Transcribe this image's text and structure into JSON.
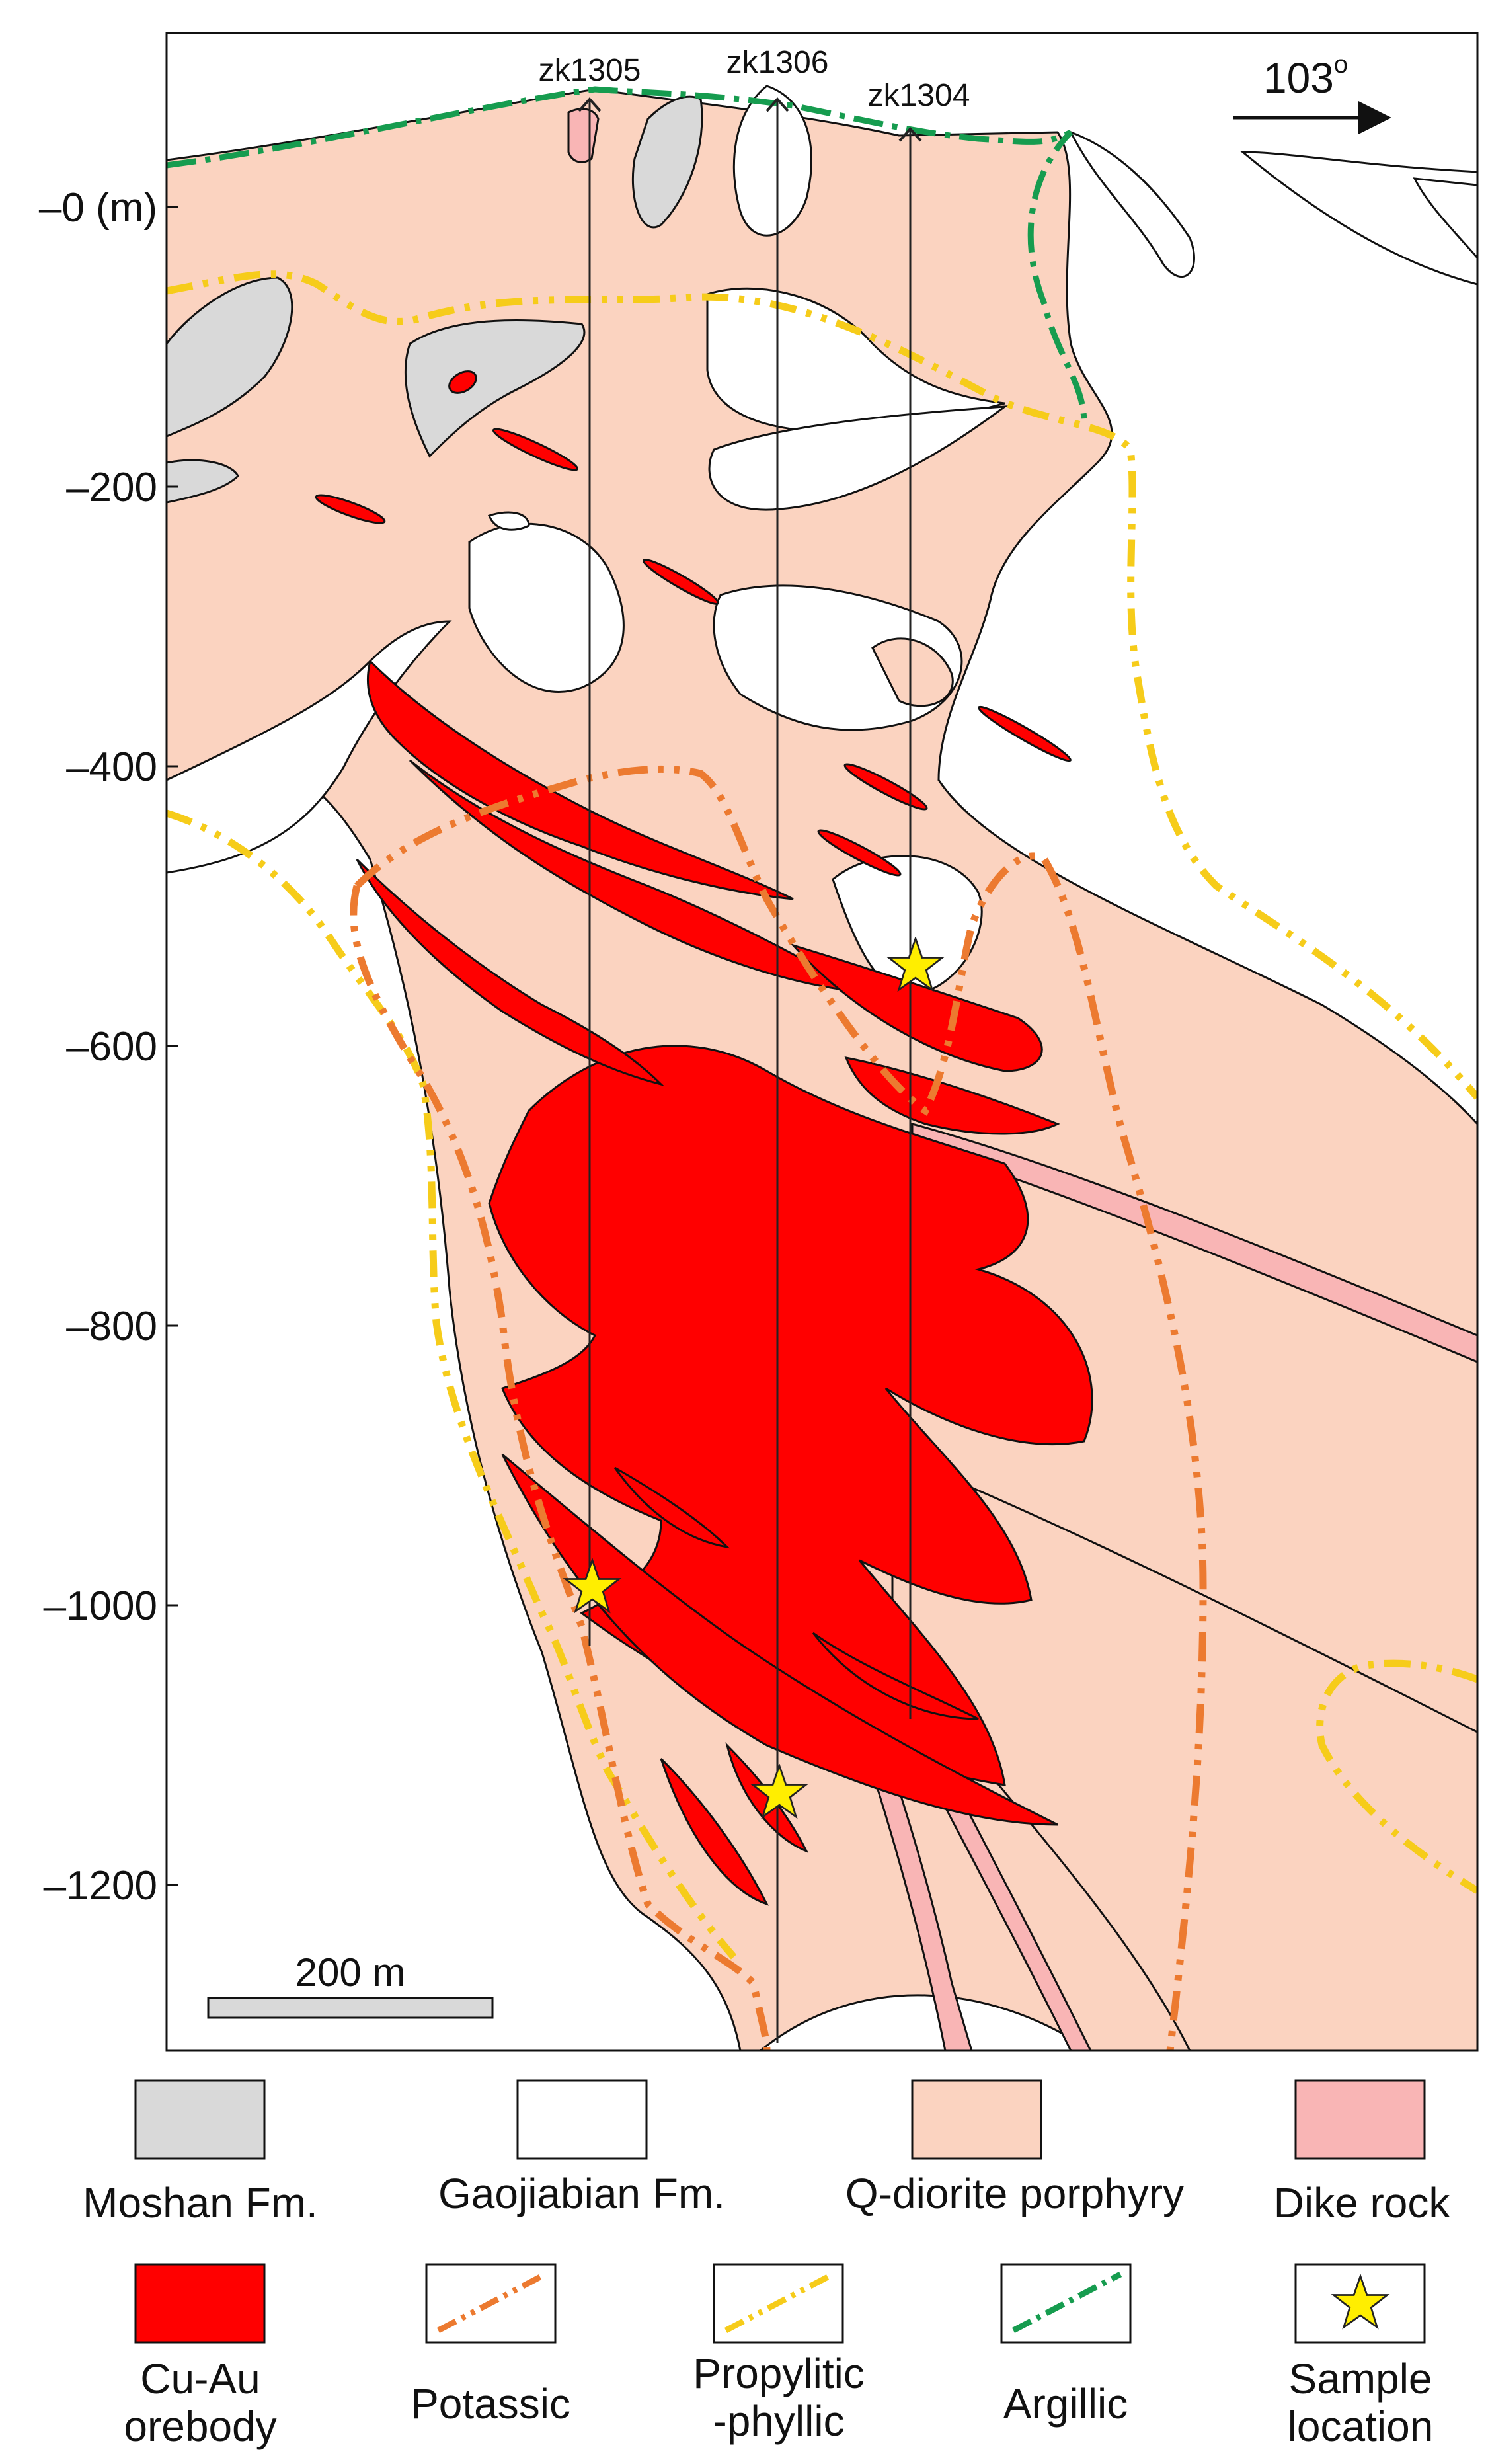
{
  "diagram": {
    "direction_label": "103",
    "direction_degree_symbol": "o",
    "scale_bar_label": "200 m",
    "y_axis": {
      "ticks": [
        {
          "value": 0,
          "label": "–0 (m)"
        },
        {
          "value": -200,
          "label": "–200"
        },
        {
          "value": -400,
          "label": "–400"
        },
        {
          "value": -600,
          "label": "–600"
        },
        {
          "value": -800,
          "label": "–800"
        },
        {
          "value": -1000,
          "label": "–1000"
        },
        {
          "value": -1200,
          "label": "–1200"
        }
      ]
    },
    "drill_holes": [
      {
        "id": "zk1305"
      },
      {
        "id": "zk1306"
      },
      {
        "id": "zk1304"
      }
    ],
    "sample_locations": [
      {
        "hole": "zk1304",
        "depth_m": -545
      },
      {
        "hole": "zk1305",
        "depth_m": -980
      },
      {
        "hole": "zk1306",
        "depth_m": -1125
      }
    ]
  },
  "legend": [
    {
      "key": "moshan",
      "label_lines": [
        "Moshan Fm."
      ],
      "color": "#d9d9d9"
    },
    {
      "key": "gaojiabian",
      "label_lines": [
        "Gaojiabian Fm."
      ],
      "color": "#ffffff"
    },
    {
      "key": "qdiorite",
      "label_lines": [
        "Q-diorite porphyry"
      ],
      "color": "#fbd3c0"
    },
    {
      "key": "dike",
      "label_lines": [
        "Dike rock"
      ],
      "color": "#f9b5b5"
    },
    {
      "key": "orebody",
      "label_lines": [
        "Cu-Au",
        "orebody"
      ],
      "color": "#ff0000"
    },
    {
      "key": "potassic",
      "label_lines": [
        "Potassic"
      ],
      "color": "#ec7a30"
    },
    {
      "key": "propylitic",
      "label_lines": [
        "Propylitic",
        "-phyllic"
      ],
      "color": "#f6cc1a"
    },
    {
      "key": "argillic",
      "label_lines": [
        "Argillic"
      ],
      "color": "#169c4f"
    },
    {
      "key": "sample",
      "label_lines": [
        "Sample",
        "location"
      ],
      "color": "#ffee00"
    }
  ]
}
